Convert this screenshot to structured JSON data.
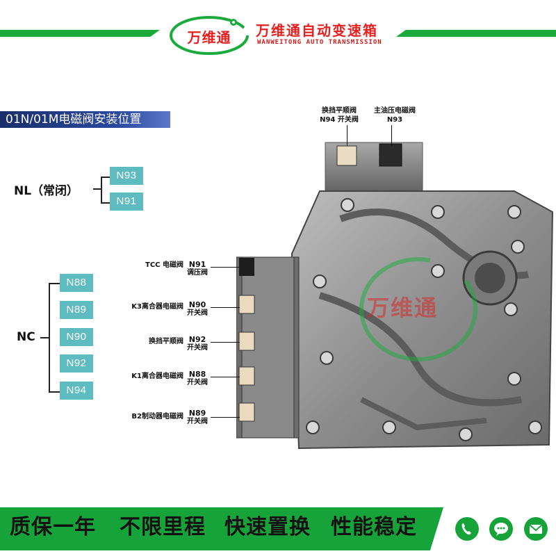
{
  "header": {
    "logo_text": "万维通",
    "brand_cn": "万维通自动变速箱",
    "brand_en": "WANWEITONG AUTO TRANSMISSION"
  },
  "title": "01N/01M电磁阀安装位置",
  "groups": {
    "nl": {
      "label": "NL（常闭）",
      "tags": [
        "N93",
        "N91"
      ]
    },
    "nc": {
      "label": "NC",
      "tags": [
        "N88",
        "N89",
        "N90",
        "N92",
        "N94"
      ]
    }
  },
  "side_callouts": [
    {
      "name": "TCC 电磁阀",
      "code": "N91",
      "type": "调压阀"
    },
    {
      "name": "K3离合器电磁阀",
      "code": "N90",
      "type": "开关阀"
    },
    {
      "name": "换挡平顺阀",
      "code": "N92",
      "type": "开关阀"
    },
    {
      "name": "K1离合器电磁阀",
      "code": "N88",
      "type": "开关阀"
    },
    {
      "name": "B2制动器电磁阀",
      "code": "N89",
      "type": "开关阀"
    }
  ],
  "top_callouts": [
    {
      "line1": "换挡平顺阀",
      "line2": "N94 开关阀"
    },
    {
      "line1": "主油压电磁阀",
      "line2": "N93"
    }
  ],
  "watermark": "万维通",
  "footer": {
    "slogans": [
      "质保一年",
      "不限里程",
      "快速置换",
      "性能稳定"
    ]
  },
  "colors": {
    "brand_green": "#1aab3c",
    "brand_red": "#e62020",
    "tag_teal": "#5ebcc0",
    "banner_blue": "#2b4aa0"
  },
  "icons": [
    "phone-icon",
    "chat-icon",
    "mail-icon"
  ]
}
